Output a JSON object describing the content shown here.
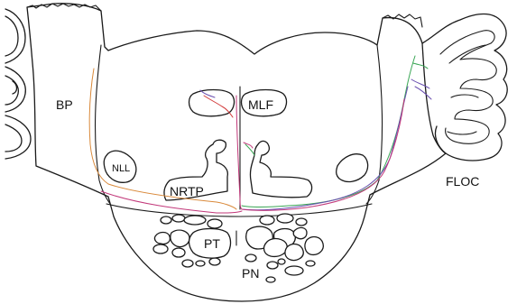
{
  "labels": {
    "bp": "BP",
    "mlf": "MLF",
    "nll": "NLL",
    "nrtp": "NRTP",
    "floc": "FLOC",
    "pt": "PT",
    "pn": "PN"
  },
  "colors": {
    "outline": "#1a1a1a",
    "fiber_orange": "#d9893a",
    "fiber_green": "#3aa655",
    "fiber_magenta": "#c2387a",
    "fiber_purple": "#6a4fb0",
    "fiber_red": "#d23b3b"
  }
}
